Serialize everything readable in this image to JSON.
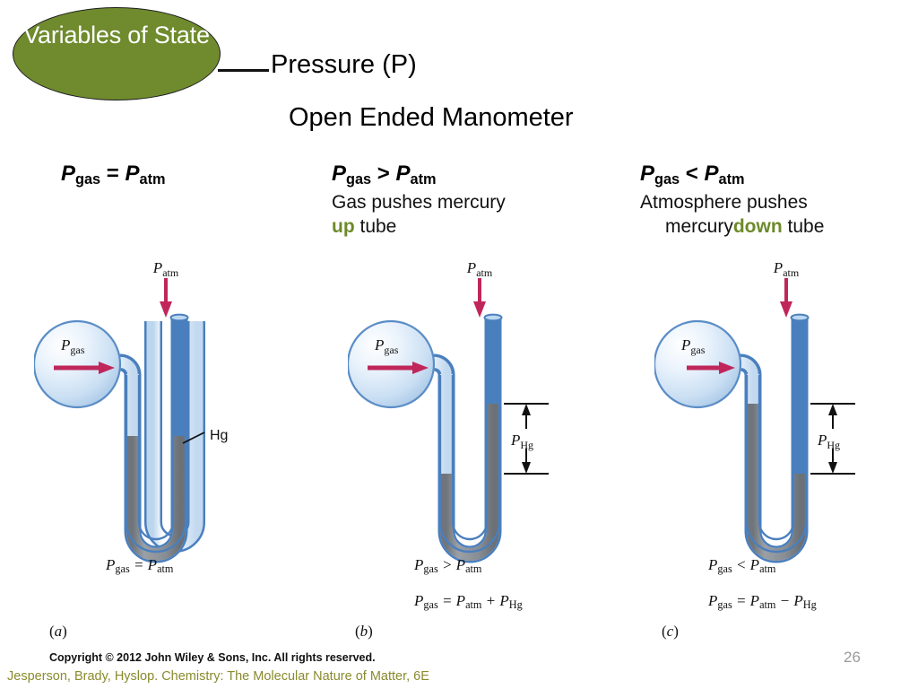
{
  "callout": {
    "label": "Variables of State",
    "fill_color": "#6f8b2e",
    "text_color": "#ffffff"
  },
  "titles": {
    "topic": "Pressure (P)",
    "subtitle": "Open Ended Manometer"
  },
  "columns": [
    {
      "id": "a",
      "letter": "(a)",
      "relation_P": "P",
      "relation_sub1": "gas",
      "relation_op": " = ",
      "relation_P2": "P",
      "relation_sub2": "atm",
      "description_line1": "",
      "description_line2": "",
      "highlight_word": "",
      "caption_line1": "P<sub>gas</sub> = P<sub>atm</sub>",
      "caption_line2": "",
      "bulb_label": "P",
      "bulb_sub": "gas",
      "atm_label": "P",
      "atm_sub": "atm",
      "hg_label": "Hg",
      "delta_label": "",
      "left_mercury_top": 0,
      "right_mercury_top": 0
    },
    {
      "id": "b",
      "letter": "(b)",
      "relation_P": "P",
      "relation_sub1": "gas",
      "relation_op": " > ",
      "relation_P2": "P",
      "relation_sub2": "atm",
      "description_line1": "Gas pushes mercury",
      "description_line2_pre": "",
      "description_line2_hl": "up",
      "description_line2_post": " tube",
      "caption_line1": "P<sub>gas</sub> > P<sub>atm</sub>",
      "caption_line2": "P<sub>gas</sub> = P<sub>atm</sub> + P<sub>Hg</sub>",
      "bulb_label": "P",
      "bulb_sub": "gas",
      "atm_label": "P",
      "atm_sub": "atm",
      "delta_label": "P",
      "delta_sub": "Hg"
    },
    {
      "id": "c",
      "letter": "(c)",
      "relation_P": "P",
      "relation_sub1": "gas",
      "relation_op": " < ",
      "relation_P2": "P",
      "relation_sub2": "atm",
      "description_line1": "Atmosphere pushes",
      "description_line2_pre": "mercury ",
      "description_line2_hl": "down",
      "description_line2_post": " tube",
      "caption_line1": "P<sub>gas</sub> < P<sub>atm</sub>",
      "caption_line2": "P<sub>gas</sub> = P<sub>atm</sub> − P<sub>Hg</sub>",
      "bulb_label": "P",
      "bulb_sub": "gas",
      "atm_label": "P",
      "atm_sub": "atm",
      "delta_label": "P",
      "delta_sub": "Hg"
    }
  ],
  "text": {
    "head_a_plain": "Pgas = Patm",
    "head_b_plain": "Pgas > Patm",
    "head_c_plain": "Pgas < Patm",
    "desc_b_line1": "Gas pushes mercury",
    "desc_b_up": "up",
    "desc_b_tail": " tube",
    "desc_c_line1": "Atmosphere pushes",
    "desc_c_pre": "mercury ",
    "desc_c_down": "down",
    "desc_c_tail": " tube",
    "hg_label": "Hg",
    "letter_a": "a",
    "letter_b": "b",
    "letter_c": "c"
  },
  "footer": {
    "copyright": "Copyright © 2012 John Wiley & Sons, Inc. All rights reserved.",
    "citation": "Jesperson, Brady, Hyslop. Chemistry: The Molecular Nature of Matter, 6E",
    "page_number": "26",
    "citation_color": "#8a8a2e",
    "page_color": "#9a9a9a"
  },
  "figure_colors": {
    "mercury": "#8c9196",
    "tube_glass": "#dce9f6",
    "tube_outline": "#4a7fbe",
    "bulb_light": "#f2f7fd",
    "bulb_mid": "#cfe0f2",
    "arrow": "#c0265a"
  }
}
